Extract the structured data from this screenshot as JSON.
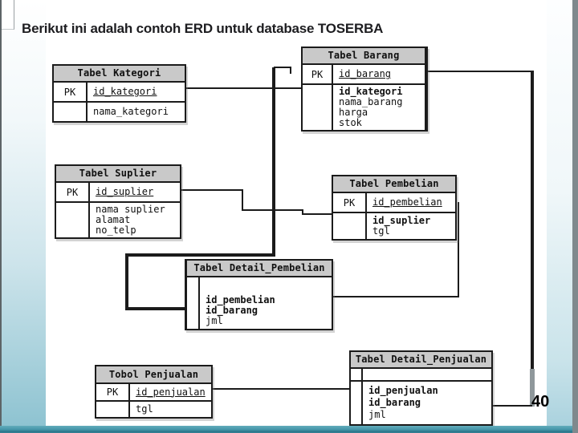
{
  "slide": {
    "title": "Berikut ini adalah contoh ERD untuk database TOSERBA",
    "page_number": "40"
  },
  "colors": {
    "table_header_fill": "#c9c9c9",
    "table_border": "#1b1b1b",
    "connector": "#1b1b1b",
    "left_band_teal": "#8ec3d1",
    "bottom_bar": "#4697aa",
    "bottom_bar_dark": "#2a7488"
  },
  "tables": {
    "kategori": {
      "title": "Tabel Kategori",
      "pk": "PK",
      "f1": "id_kategori",
      "f2": "nama_kategori"
    },
    "barang": {
      "title": "Tabel Barang",
      "pk": "PK",
      "f1": "id_barang",
      "f2": "id_kategori",
      "f3": "nama_barang",
      "f4": "harga",
      "f5": "stok"
    },
    "suplier": {
      "title": "Tabel Suplier",
      "pk": "PK",
      "f1": "id_suplier",
      "f2": "nama suplier",
      "f3": "alamat",
      "f4": "no_telp"
    },
    "pembelian": {
      "title": "Tabel Pembelian",
      "pk": "PK",
      "f1": "id_pembelian",
      "f2": "id_suplier",
      "f3": "tgl"
    },
    "detail_pembelian": {
      "title": "Tabel Detail_Pembelian",
      "f1": "id_pembelian",
      "f2": "id_barang",
      "f3": "jml"
    },
    "penjualan": {
      "title": "Tobol Penjualan",
      "pk": "PK",
      "f1": "id_penjualan",
      "f2": "tgl"
    },
    "detail_penjualan": {
      "title": "Tabel Detail_Penjualan",
      "f1": "id_penjualan",
      "f2": "id_barang",
      "f3": "jml"
    }
  }
}
